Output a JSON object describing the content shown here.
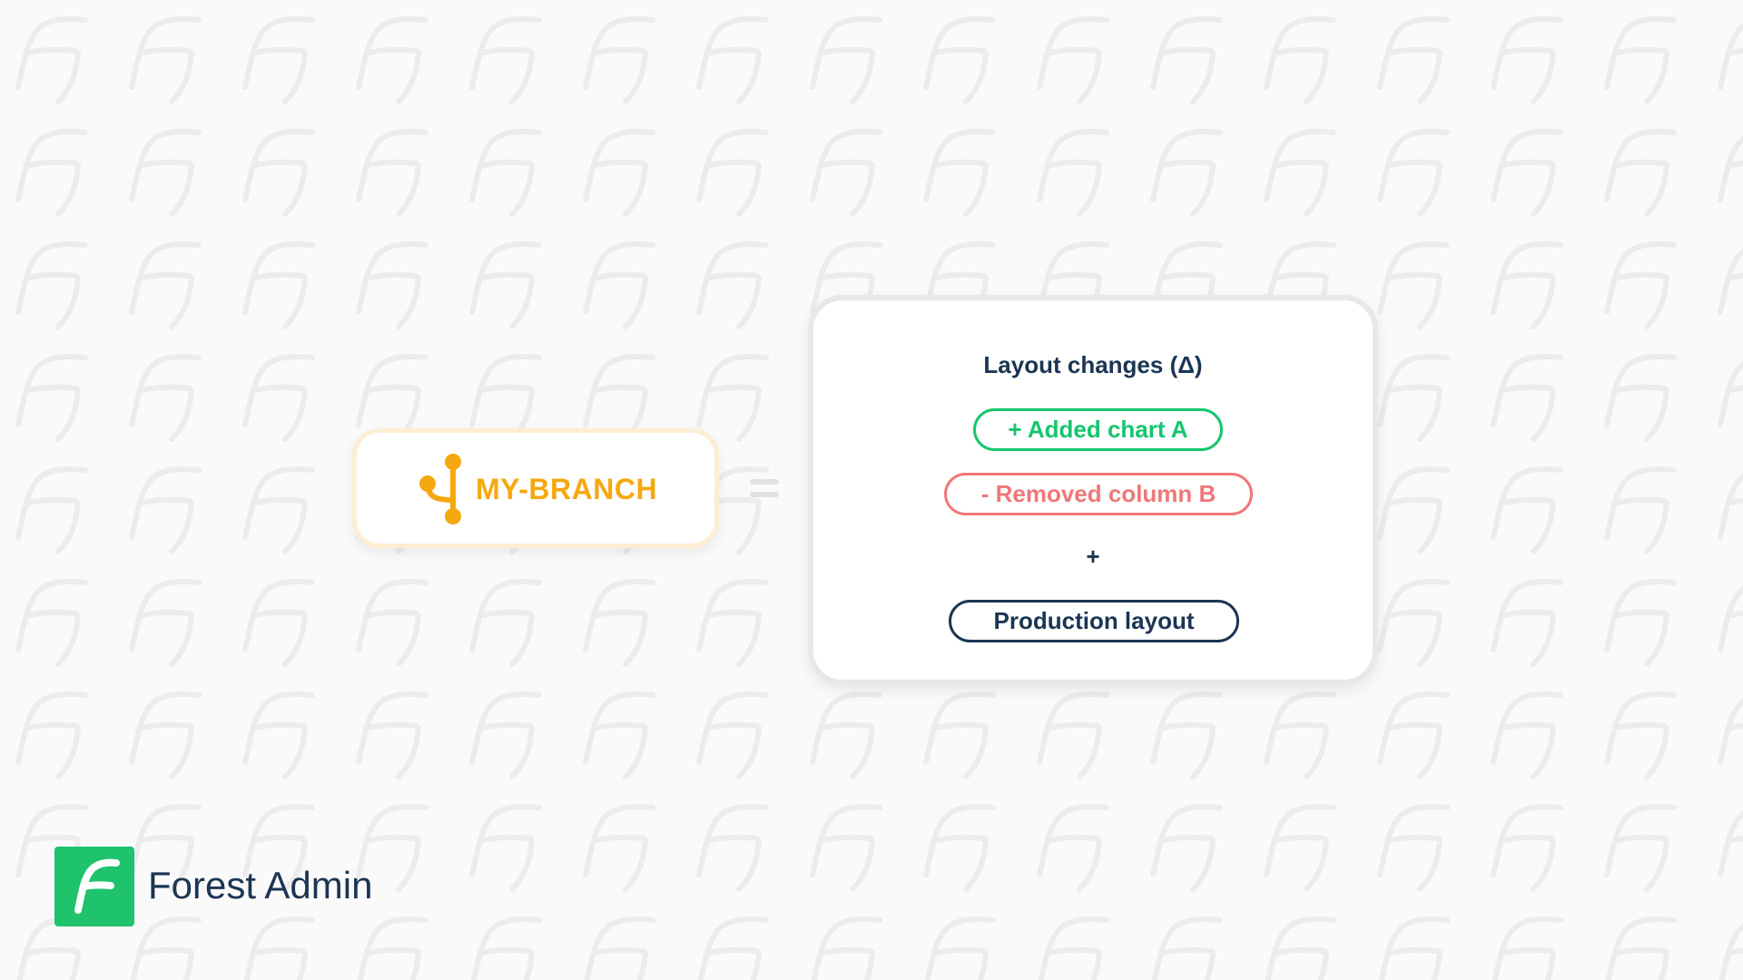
{
  "branch": {
    "name": "MY-BRANCH",
    "icon": "git-branch-icon"
  },
  "operator": {
    "equals_icon": "equals-icon"
  },
  "changes": {
    "title": "Layout changes (Δ)",
    "added": "+ Added chart A",
    "removed": "- Removed column B",
    "plus": "+",
    "production": "Production layout"
  },
  "brand": {
    "name": "Forest Admin",
    "icon": "forest-admin-logo"
  },
  "colors": {
    "background": "#fafafa",
    "branch_accent": "#f5a80f",
    "branch_border": "#fdedd3",
    "added": "#16c56f",
    "removed": "#f07779",
    "navy": "#1b3553",
    "brand_green": "#1ec36b",
    "pattern": "#eeeeee"
  }
}
